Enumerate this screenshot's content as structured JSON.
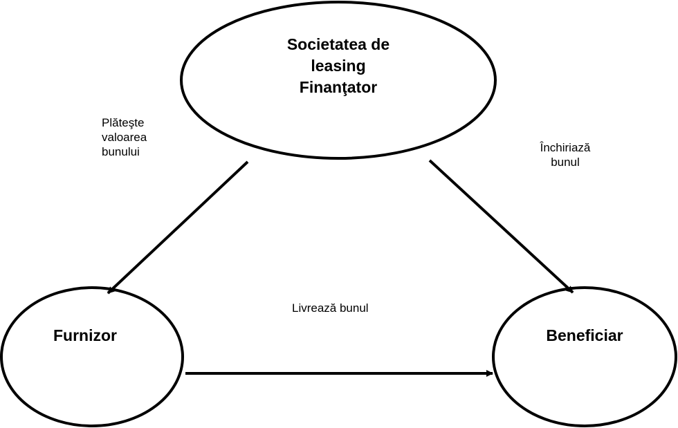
{
  "nodes": {
    "lessor": {
      "lines": [
        "Societatea de",
        "leasing",
        "Finanţator"
      ]
    },
    "supplier": {
      "label": "Furnizor"
    },
    "beneficiary": {
      "label": "Beneficiar"
    }
  },
  "edges": {
    "pays": {
      "lines": [
        "Plăteşte",
        "valoarea",
        "bunului"
      ]
    },
    "leases": {
      "lines": [
        "Închiriază",
        "bunul"
      ]
    },
    "delivers": {
      "label": "Livrează bunul"
    }
  },
  "colors": {
    "stroke": "#000000",
    "background": "#ffffff"
  }
}
